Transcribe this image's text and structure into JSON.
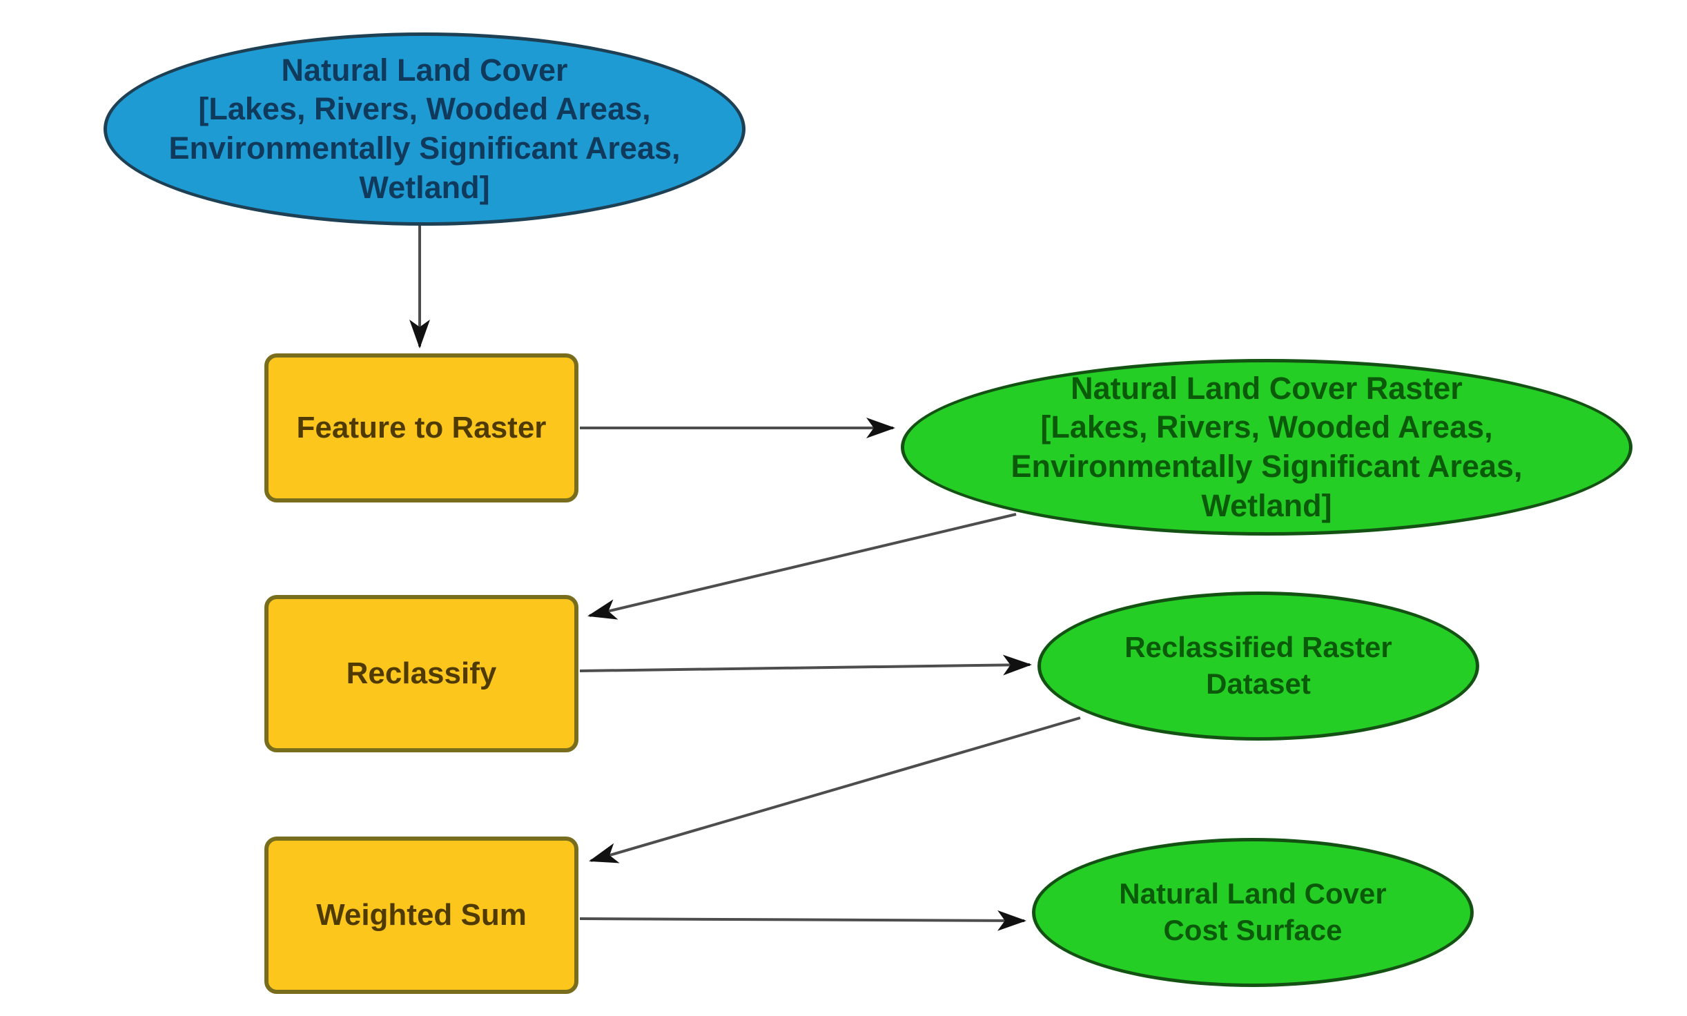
{
  "background": "#ffffff",
  "colors": {
    "background": "#ffffff",
    "input_blue": "#1F9BD4",
    "input_blue_border": "#1d4055",
    "input_blue_text": "#103a5c",
    "tool_yellow": "#FCC61D",
    "tool_yellow_border": "#776d1c",
    "tool_yellow_text": "#4f3a00",
    "derived_green": "#25CE25",
    "derived_green_border": "#145214",
    "derived_green_text": "#0a5a0a",
    "edge_line": "#4d4d4d",
    "edge_arrowhead": "#111111"
  },
  "diagram": {
    "kind": "geoprocessing-model-flowchart",
    "shape_legend": {
      "blue_ellipse": "input data",
      "yellow_rounded_rectangle": "tool / process",
      "green_ellipse": "derived data"
    }
  },
  "nodes": {
    "input_land_cover": {
      "shape": "ellipse",
      "role": "input-data",
      "lines": [
        "Natural Land Cover",
        "[Lakes, Rivers, Wooded Areas,",
        "Environmentally Significant Areas,",
        "Wetland]"
      ]
    },
    "feature_to_raster": {
      "shape": "rounded-rectangle",
      "role": "tool",
      "label": "Feature to Raster"
    },
    "nlc_raster": {
      "shape": "ellipse",
      "role": "derived-data",
      "lines": [
        "Natural Land Cover Raster",
        "[Lakes, Rivers, Wooded Areas,",
        "Environmentally Significant Areas,",
        "Wetland]"
      ]
    },
    "reclassify": {
      "shape": "rounded-rectangle",
      "role": "tool",
      "label": "Reclassify"
    },
    "reclassified_raster": {
      "shape": "ellipse",
      "role": "derived-data",
      "lines": [
        "Reclassified Raster",
        "Dataset"
      ]
    },
    "weighted_sum": {
      "shape": "rounded-rectangle",
      "role": "tool",
      "label": "Weighted Sum"
    },
    "cost_surface": {
      "shape": "ellipse",
      "role": "derived-data",
      "lines": [
        "Natural Land Cover",
        "Cost Surface"
      ]
    }
  },
  "edges": [
    {
      "from": "Natural Land Cover",
      "to": "Feature to Raster"
    },
    {
      "from": "Feature to Raster",
      "to": "Natural Land Cover Raster"
    },
    {
      "from": "Natural Land Cover Raster",
      "to": "Reclassify"
    },
    {
      "from": "Reclassify",
      "to": "Reclassified Raster Dataset"
    },
    {
      "from": "Reclassified Raster Dataset",
      "to": "Weighted Sum"
    },
    {
      "from": "Weighted Sum",
      "to": "Natural Land Cover Cost Surface"
    }
  ]
}
